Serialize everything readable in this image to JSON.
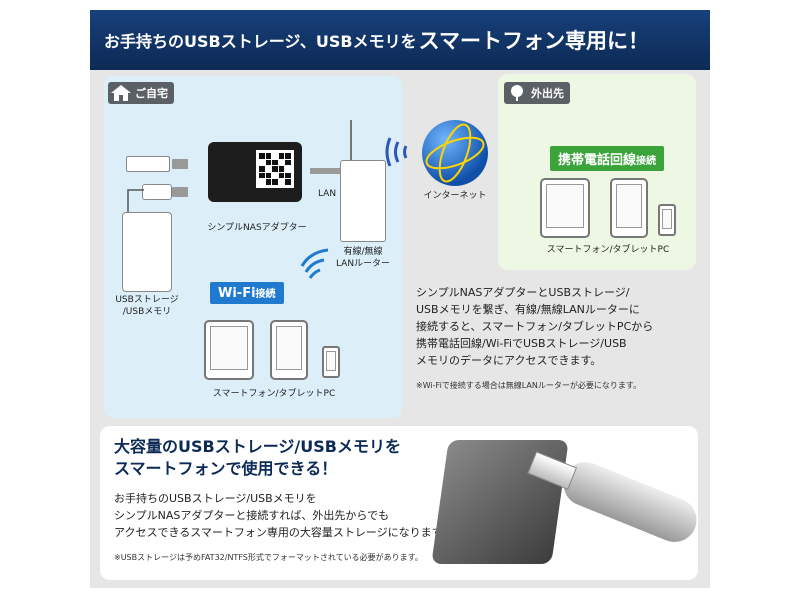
{
  "banner": {
    "part1": "お手持ちのUSBストレージ、USBメモリを",
    "part2": "スマートフォン専用に！"
  },
  "home": {
    "label": "ご自宅",
    "adapter_label": "シンプルNASアダプター",
    "lan_label": "LAN",
    "router_label_line1": "有線/無線",
    "router_label_line2": "LANルーター",
    "storage_label_line1": "USBストレージ",
    "storage_label_line2": "/USBメモリ",
    "wifi_badge": "Wi-Fi",
    "wifi_badge_suffix": "接続",
    "devices_label": "スマートフォン/タブレットPC"
  },
  "internet_label": "インターネット",
  "outside": {
    "label": "外出先",
    "mobile_badge": "携帯電話回線",
    "mobile_badge_suffix": "接続",
    "devices_label": "スマートフォン/タブレットPC"
  },
  "description": {
    "line1": "シンプルNASアダプターとUSBストレージ/",
    "line2": "USBメモリを繋ぎ、有線/無線LANルーターに",
    "line3": "接続すると、スマートフォン/タブレットPCから",
    "line4": "携帯電話回線/Wi-FiでUSBストレージ/USB",
    "line5": "メモリのデータにアクセスできます。",
    "note": "※Wi-Fiで接続する場合は無線LANルーターが必要になります。"
  },
  "bottom": {
    "title_line1": "大容量のUSBストレージ/USBメモリを",
    "title_line2": "スマートフォンで使用できる！",
    "body_line1": "お手持ちのUSBストレージ/USBメモリを",
    "body_line2": "シンプルNASアダプターと接続すれば、外出先からでも",
    "body_line3": "アクセスできるスマートフォン専用の大容量ストレージになります。",
    "note": "※USBストレージは予めFAT32/NTFS形式でフォーマットされている必要があります。"
  },
  "colors": {
    "banner": "#0c2a55",
    "home_panel": "#dceef7",
    "outside_panel": "#eef7e4",
    "wifi_badge": "#1f7ad0",
    "mobile_badge": "#3aa33a"
  },
  "icons": {
    "home": "house-icon",
    "outside": "tree-icon",
    "internet": "globe-icon"
  }
}
